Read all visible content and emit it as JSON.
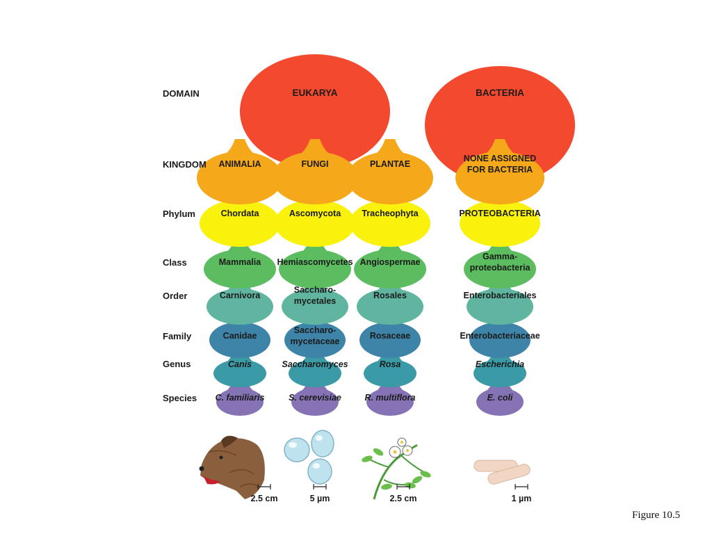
{
  "ranks": [
    "DOMAIN",
    "KINGDOM",
    "Phylum",
    "Class",
    "Order",
    "Family",
    "Genus",
    "Species"
  ],
  "domains": [
    "EUKARYA",
    "BACTERIA"
  ],
  "columns": [
    {
      "kingdom": [
        "ANIMALIA"
      ],
      "phylum": [
        "Chordata"
      ],
      "class": [
        "Mammalia"
      ],
      "order": [
        "Carnivora"
      ],
      "family": [
        "Canidae"
      ],
      "genus": "Canis",
      "species": "C. familiaris"
    },
    {
      "kingdom": [
        "FUNGI"
      ],
      "phylum": [
        "Ascomycota"
      ],
      "class": [
        "Hemiascomycetes"
      ],
      "order": [
        "Saccharo-",
        "mycetales"
      ],
      "family": [
        "Saccharo-",
        "mycetaceae"
      ],
      "genus": "Saccharomyces",
      "species": "S. cerevisiae"
    },
    {
      "kingdom": [
        "PLANTAE"
      ],
      "phylum": [
        "Tracheophyta"
      ],
      "class": [
        "Angiospermae"
      ],
      "order": [
        "Rosales"
      ],
      "family": [
        "Rosaceae"
      ],
      "genus": "Rosa",
      "species": "R. multiflora"
    },
    {
      "kingdom": [
        "NONE ASSIGNED",
        "FOR BACTERIA"
      ],
      "phylum": [
        "PROTEOBACTERIA"
      ],
      "class": [
        "Gamma-",
        "proteobacteria"
      ],
      "order": [
        "Enterobacteriales"
      ],
      "family": [
        "Enterobacteriaceae"
      ],
      "genus": "Escherichia",
      "species": "E. coli"
    }
  ],
  "scale_bars": [
    "2.5 cm",
    "5 µm",
    "2.5 cm",
    "1 µm"
  ],
  "figure_caption": "Figure 10.5",
  "colors": {
    "domain": "#f34a2f",
    "kingdom": "#f5a81a",
    "phylum": "#f8f20c",
    "class": "#5bbd5f",
    "order": "#5fb5a0",
    "family": "#3e84a8",
    "genus": "#3a9aa6",
    "species": "#8673b6"
  },
  "illustrations": [
    "dog-head-icon",
    "yeast-cells-icon",
    "rose-plant-icon",
    "ecoli-rods-icon"
  ]
}
